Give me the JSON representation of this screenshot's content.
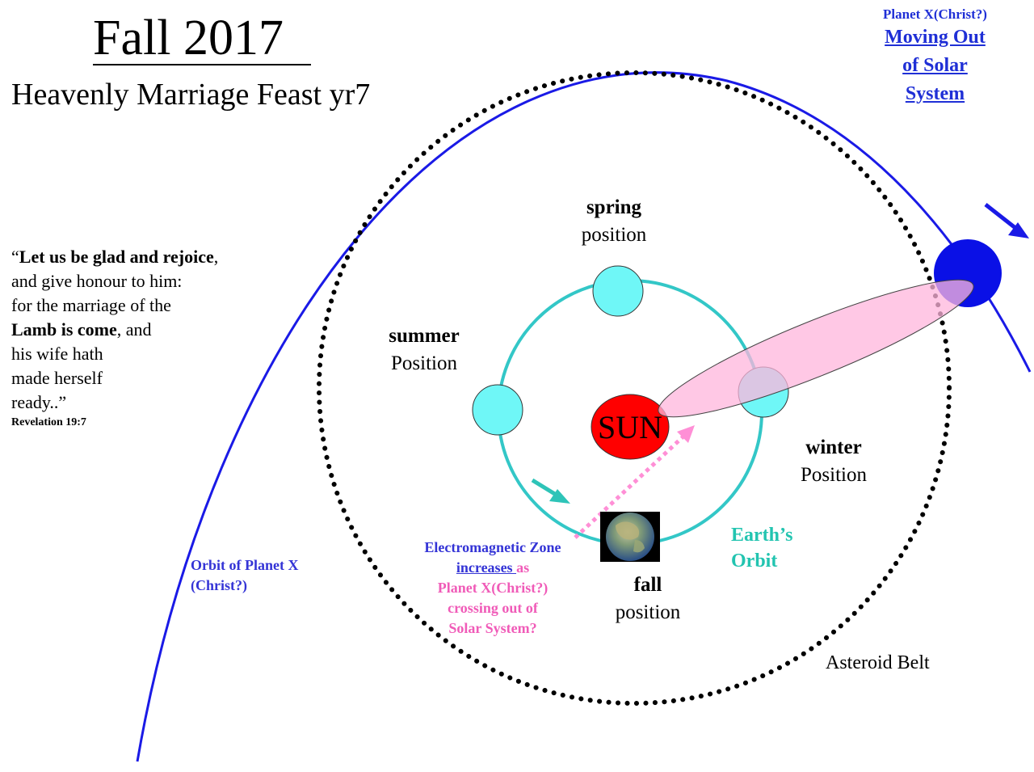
{
  "title": "Fall 2017",
  "subtitle": "Heavenly Marriage Feast yr7",
  "planet_x_status": {
    "line1": "Planet X(Christ?)",
    "line2": "Moving Out",
    "line3": "of Solar",
    "line4": "System"
  },
  "quote": {
    "open": "“",
    "bold1": "Let us be glad and rejoice",
    "t1": ",",
    "line2": "and give honour to him:",
    "line3": "for the marriage of the",
    "bold2": "Lamb is come",
    "t2": ", and",
    "line5": "his wife hath",
    "line6": "made herself",
    "line7": "ready..”",
    "reference": "Revelation 19:7"
  },
  "positions": {
    "spring": {
      "name": "spring",
      "sub": "position"
    },
    "summer": {
      "name": "summer",
      "sub": "Position"
    },
    "winter": {
      "name": "winter",
      "sub": "Position"
    },
    "fall": {
      "name": "fall",
      "sub": "position"
    }
  },
  "sun_label": "SUN",
  "earth_orbit_label": {
    "line1": "Earth’s",
    "line2": "Orbit"
  },
  "planet_x_orbit_label": {
    "line1": "Orbit of Planet X",
    "line2": "(Christ?)"
  },
  "asteroid_belt_label": "Asteroid Belt",
  "em_zone": {
    "line1": "Electromagnetic Zone",
    "increases": "increases ",
    "as": "as",
    "line3": "Planet X(Christ?)",
    "line4": "crossing out of",
    "line5": "Solar System?"
  },
  "colors": {
    "sun": "#ff0000",
    "earth_orbit": "#33c7c7",
    "season_planet": "#6ff7f7",
    "planet_x": "#0a10e6",
    "planet_x_orbit": "#1a1ae6",
    "em_zone": "#ffc6e2",
    "em_arrow": "#ff8fd6",
    "asteroid_belt": "#000000"
  }
}
